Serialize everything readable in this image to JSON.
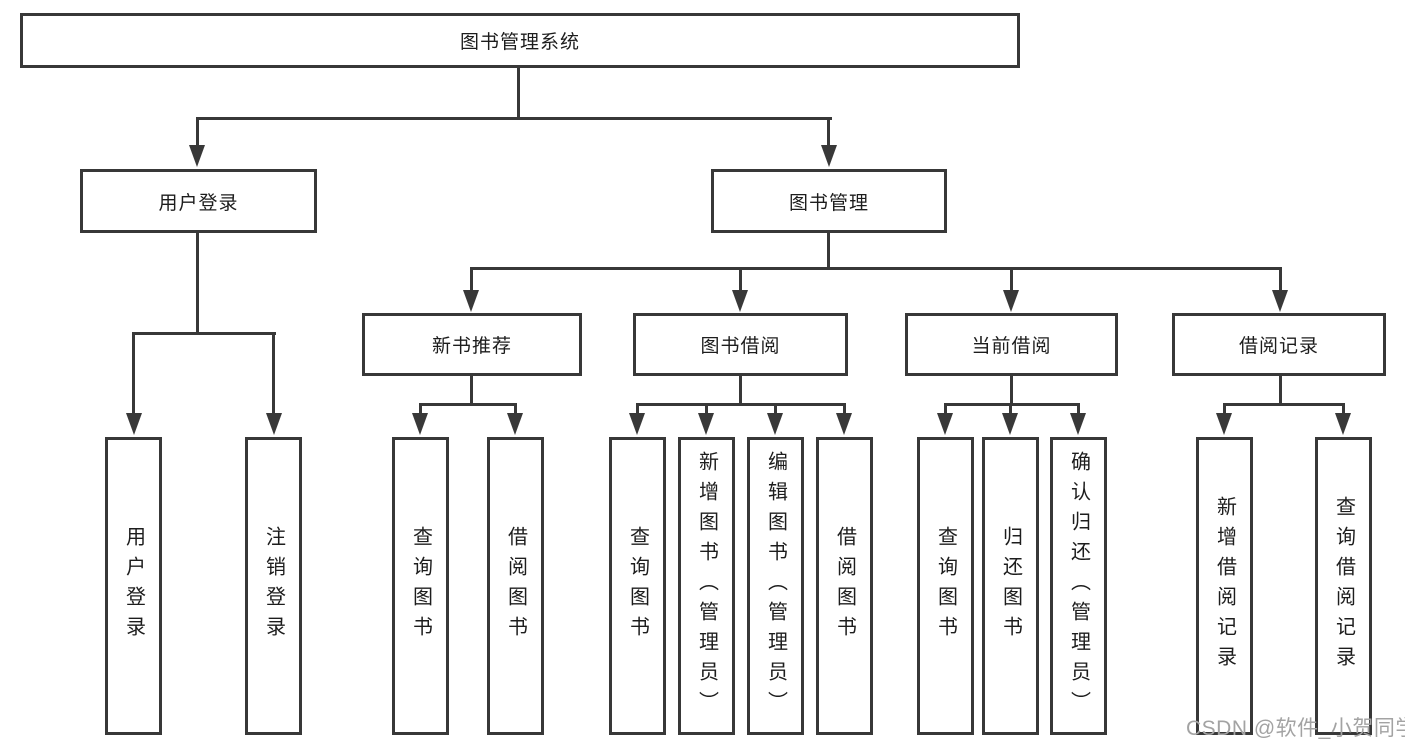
{
  "diagram": {
    "title_node": {
      "label": "图书管理系统"
    },
    "level2": [
      {
        "id": "user-login",
        "label": "用户登录"
      },
      {
        "id": "book-management",
        "label": "图书管理"
      }
    ],
    "level3": [
      {
        "id": "new-book-recommend",
        "label": "新书推荐"
      },
      {
        "id": "book-borrow",
        "label": "图书借阅"
      },
      {
        "id": "current-borrow",
        "label": "当前借阅"
      },
      {
        "id": "borrow-records",
        "label": "借阅记录"
      }
    ],
    "leaves": {
      "user_login": [
        "用户登录",
        "注销登录"
      ],
      "new_book_recommend": [
        "查询图书",
        "借阅图书"
      ],
      "book_borrow": [
        "查询图书",
        "新增图书（管理员）",
        "编辑图书（管理员）",
        "借阅图书"
      ],
      "current_borrow": [
        "查询图书",
        "归还图书",
        "确认归还（管理员）"
      ],
      "borrow_records": [
        "新增借阅记录",
        "查询借阅记录"
      ]
    }
  },
  "watermark": {
    "text": "CSDN @软件_小贺同学",
    "color": "#a3a3a3"
  },
  "colors": {
    "line": "#383838",
    "box_border": "#383838",
    "text": "#1d1d1d",
    "background": "#ffffff"
  }
}
